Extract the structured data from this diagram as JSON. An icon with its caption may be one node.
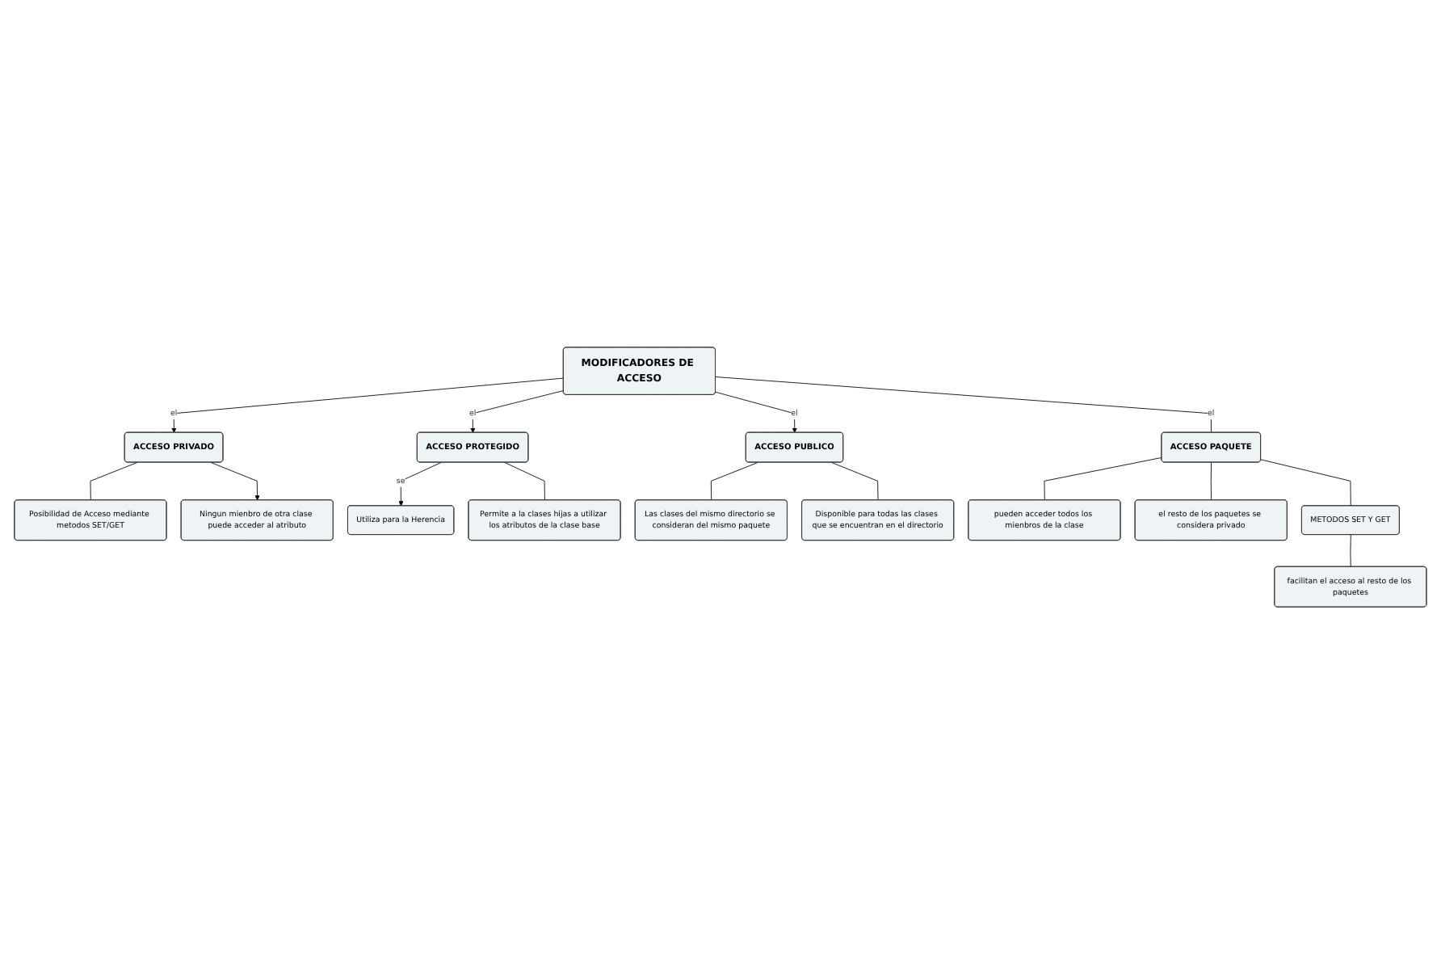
{
  "diagram": {
    "nodes": [
      {
        "text": [
          "Posibilidad de Acceso mediante metodos SET/GET"
        ]
      },
      {
        "text": [
          "Ningun mienbro de otra clase puede acceder al atributo"
        ]
      },
      {
        "text": [
          "ACCESO PRIVADO"
        ]
      },
      {
        "text": [
          "Utiliza para la Herencia"
        ]
      },
      {
        "text": [
          "ACCESO PUBLICO"
        ]
      },
      {
        "text": [
          "MODIFICADORES DE ACCESO"
        ]
      },
      {
        "text": [
          "ACCESO PROTEGIDO"
        ]
      },
      {
        "text": [
          "Permite a la clases hijas a utilizar los atributos de la clase base"
        ]
      },
      {
        "text": [
          "Las clases del mismo directorio se consideran del mismo paquete"
        ]
      },
      {
        "text": [
          "ACCESO PAQUETE"
        ]
      },
      {
        "text": [
          "Disponible para todas las clases que se encuentran en el directorio"
        ]
      },
      {
        "text": [
          "pueden acceder todos los mienbros de la clase"
        ]
      },
      {
        "text": [
          "el resto de los paquetes se considera privado"
        ]
      },
      {
        "text": [
          "METODOS SET Y GET"
        ]
      },
      {
        "text": [
          "facilitan el acceso al resto de los paquetes"
        ]
      }
    ],
    "edges": [
      {
        "from": 5,
        "to": 2,
        "arrow": "to",
        "label": "el"
      },
      {
        "from": 2,
        "to": 1,
        "arrow": "to"
      },
      {
        "from": 2,
        "to": 0,
        "arrow": "none"
      },
      {
        "from": 5,
        "to": 4,
        "arrow": "to",
        "label": "el"
      },
      {
        "from": 5,
        "to": 6,
        "arrow": "to",
        "label": "el"
      },
      {
        "from": 6,
        "to": 3,
        "arrow": "to",
        "label": "se"
      },
      {
        "from": 6,
        "to": 7,
        "arrow": "none"
      },
      {
        "from": 5,
        "to": 9,
        "arrow": "none",
        "label": "el"
      },
      {
        "from": 4,
        "to": 10,
        "arrow": "none"
      },
      {
        "from": 4,
        "to": 8,
        "arrow": "none"
      },
      {
        "from": 9,
        "to": 11,
        "arrow": "none"
      },
      {
        "from": 9,
        "to": 12,
        "arrow": "none"
      },
      {
        "from": 9,
        "to": 13,
        "arrow": "none"
      },
      {
        "from": 13,
        "to": 14,
        "arrow": "none"
      }
    ]
  }
}
